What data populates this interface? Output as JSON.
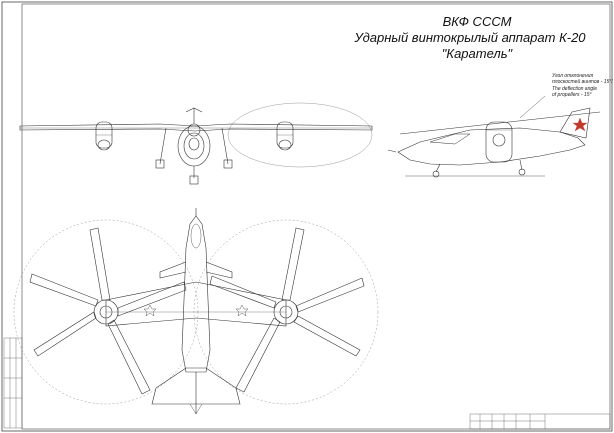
{
  "title": {
    "line1": "ВКФ СССМ",
    "line2": "Ударный винтокрылый аппарат К-20",
    "line3": "\"Каратель\""
  },
  "annotation": {
    "ru_line1": "Угол отклонения",
    "ru_line2": "плоскостей винтов - 15°/",
    "en_line1": "The deflection angle",
    "en_line2": "of propellers - 15°"
  },
  "colors": {
    "line": "#333333",
    "dash": "#999999",
    "star": "#c0392b",
    "background": "#ffffff"
  }
}
